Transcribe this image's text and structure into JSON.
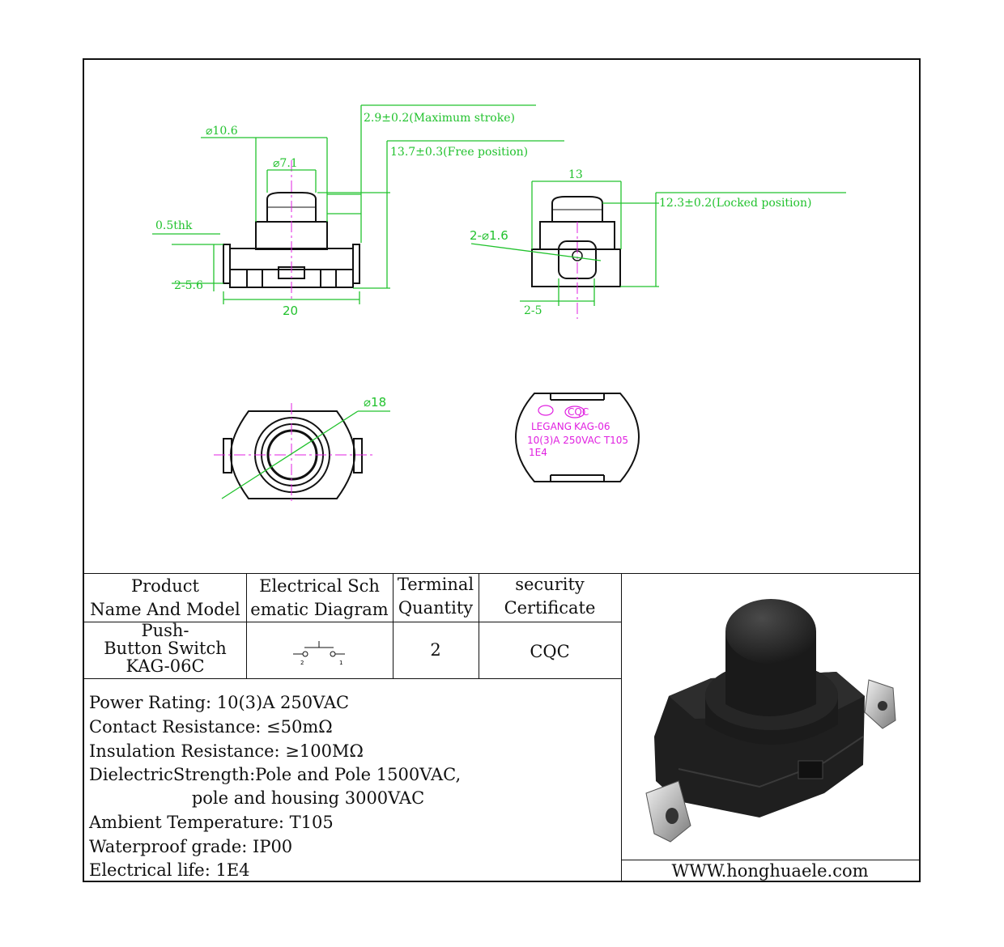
{
  "dimensions": {
    "stroke": "2.9±0.2(Maximum stroke)",
    "free": "13.7±0.3(Free position)",
    "d106": "⌀10.6",
    "d71": "⌀7.1",
    "thk": "0.5thk",
    "w256": "2-5.6",
    "w20": "20",
    "w13": "13",
    "locked": "12.3±0.2(Locked position)",
    "hole": "2-⌀1.6",
    "w25": "2-5",
    "d18": "⌀18"
  },
  "marking": {
    "cert": "CQC",
    "brand": "LEGANG",
    "model": "KAG-06",
    "rating": "10(3)A 250VAC T105",
    "life": "1E4"
  },
  "table": {
    "h_product": [
      "Product",
      "Name And Model"
    ],
    "h_schematic": [
      "Electrical Sch",
      "ematic Diagram"
    ],
    "h_terminal": [
      "Terminal",
      "Quantity"
    ],
    "h_security": [
      "security",
      "Certificate"
    ],
    "product": [
      "Push-",
      "Button Switch",
      "KAG-06C"
    ],
    "schematic_pins": [
      "2",
      "1"
    ],
    "terminal_qty": "2",
    "certificate": "CQC"
  },
  "specs": [
    "Power Rating: 10(3)A 250VAC",
    "Contact Resistance: ≤50mΩ",
    "Insulation Resistance: ≥100MΩ",
    "DielectricStrength:Pole and Pole 1500VAC,",
    "                   pole and housing 3000VAC",
    "Ambient Temperature: T105",
    "Waterproof grade: IP00",
    "Electrical life: 1E4"
  ],
  "website": "WWW.honghuaele.com",
  "colors": {
    "dimension": "#22c22e",
    "marking": "#e020e0",
    "outline": "#111111"
  }
}
